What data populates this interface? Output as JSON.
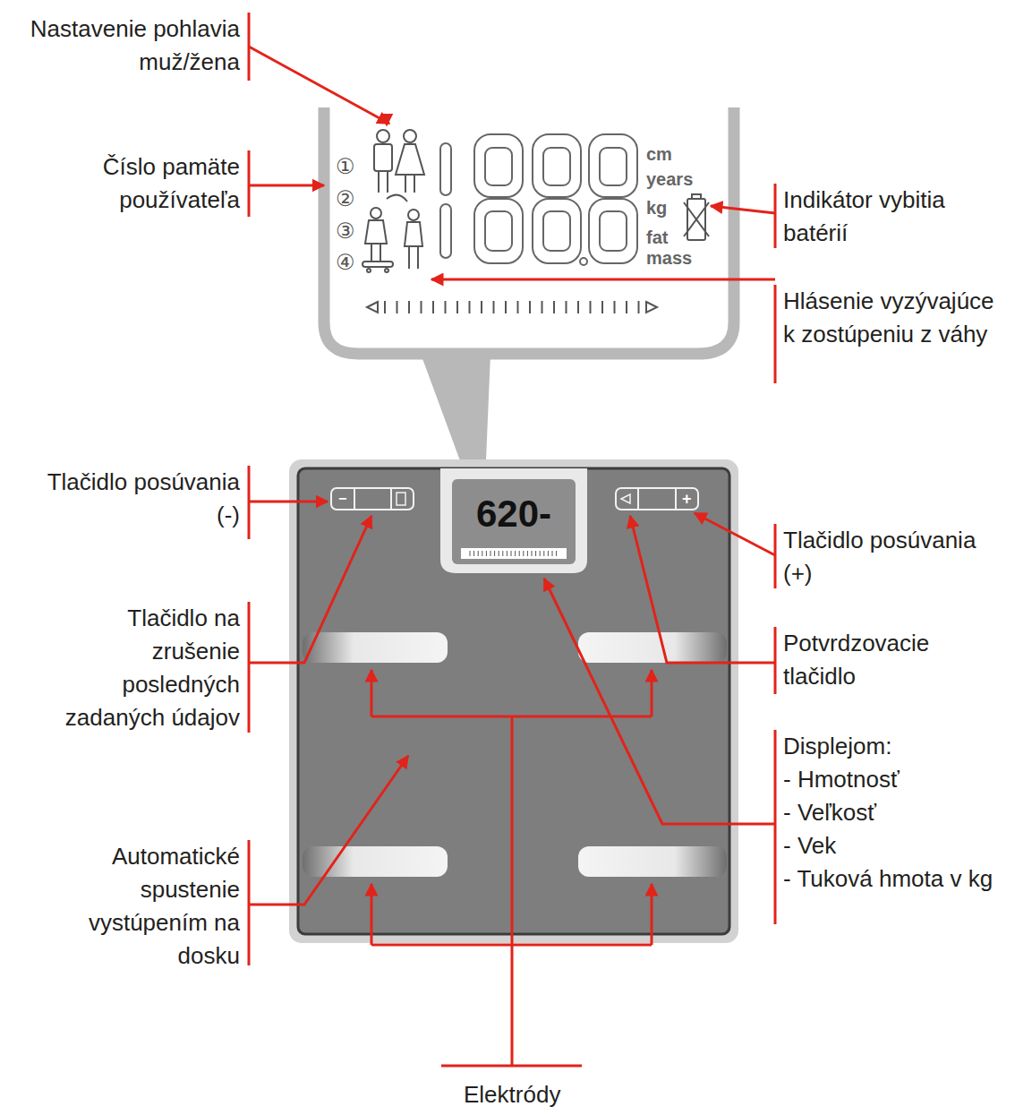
{
  "diagram": {
    "labels": [
      "Nastavenie pohlavia muž/žena",
      "Číslo pamäte používateľa",
      "Indikátor vybitia batérií",
      "Hlásenie vyzývajúce k zostúpeniu z váhy",
      "①",
      "②",
      "③",
      "④",
      "cm",
      "years",
      "kg",
      "fat",
      "mass",
      "Tlačidlo posúvania (-)",
      "Tlačidlo posúvania (+)",
      "−",
      "+",
      "620-",
      "Tlačidlo na zrušenie posledných zadaných údajov",
      "Potvrdzovacie tlačidlo",
      "Displejom:",
      "- Hmotnosť",
      "- Veľkosť",
      "- Vek",
      "- Tuková hmota v kg",
      "Automatické spustenie vystúpením na dosku",
      "Elektródy"
    ]
  }
}
